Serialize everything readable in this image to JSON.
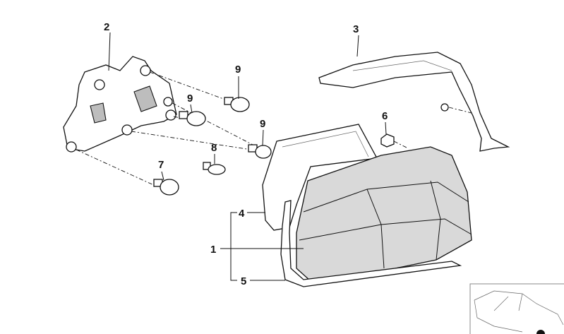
{
  "diagram": {
    "callouts": {
      "bracket": "2",
      "cover": "3",
      "bulb_top": "9",
      "bulb_mid": "9",
      "bulb_right": "9",
      "nut": "6",
      "bulb_small": "8",
      "bulb_bottom": "7",
      "gasket": "4",
      "tail_light": "1",
      "seal_strip": "5"
    },
    "thumbnail_icon": "car-outline-icon"
  }
}
